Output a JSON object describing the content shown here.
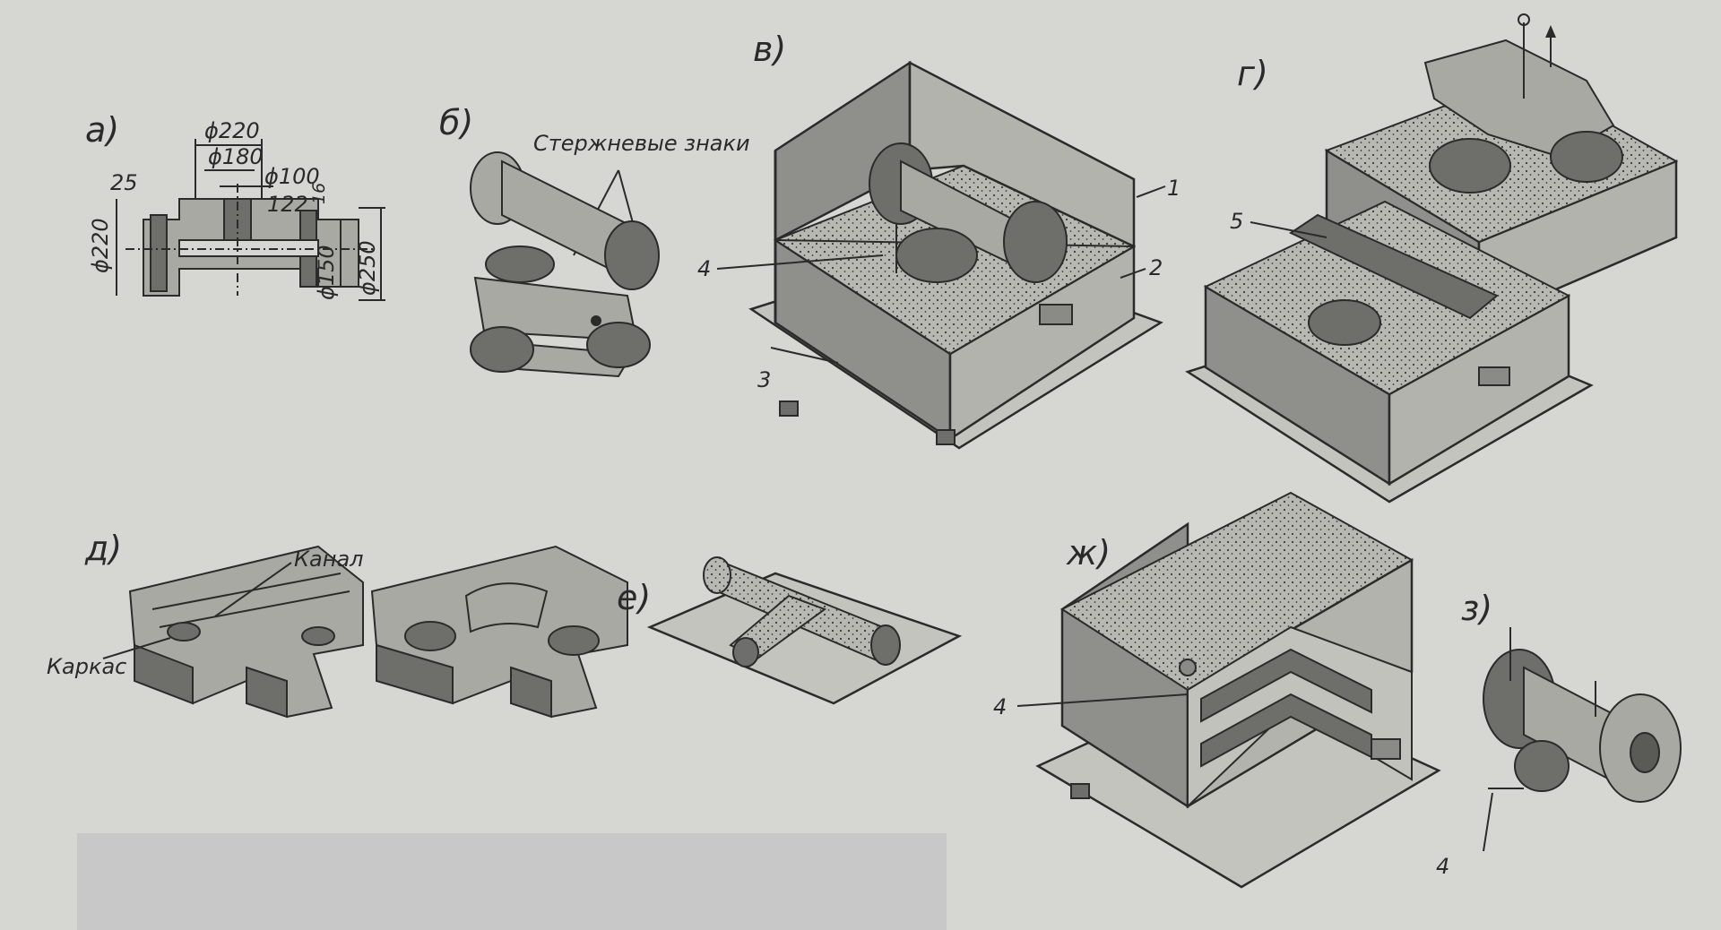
{
  "panel_labels": {
    "a": "а)",
    "b": "б)",
    "v": "в)",
    "g": "г)",
    "d": "д)",
    "e": "е)",
    "zh": "ж)",
    "z": "з)"
  },
  "dimensions": {
    "d220_top": "ϕ220",
    "d180": "ϕ180",
    "d100": "ϕ100",
    "d25": "25",
    "d122": "122",
    "d16": "16",
    "d220_left": "ϕ220",
    "d150": "ϕ150",
    "d250": "ϕ250"
  },
  "callouts": {
    "core_prints": "Стержневые знаки",
    "channel": "Канал",
    "frame": "Каркас"
  },
  "numbers": {
    "n1": "1",
    "n2": "2",
    "n3": "3",
    "n4_v": "4",
    "n5": "5",
    "n4_zh": "4",
    "n4_z": "4"
  },
  "colors": {
    "paper": "#d6d6d2",
    "ink": "#2b2b2b",
    "mask": "#c8c8c8"
  }
}
